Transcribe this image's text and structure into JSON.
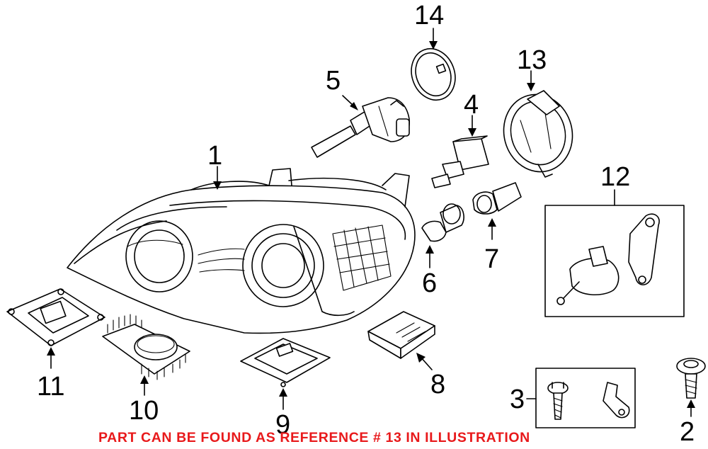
{
  "callouts": {
    "c1": "1",
    "c2": "2",
    "c3": "3",
    "c4": "4",
    "c5": "5",
    "c6": "6",
    "c7": "7",
    "c8": "8",
    "c9": "9",
    "c10": "10",
    "c11": "11",
    "c12": "12",
    "c13": "13",
    "c14": "14"
  },
  "note": "PART CAN BE FOUND AS REFERENCE # 13 IN ILLUSTRATION",
  "colors": {
    "note": "#e8191b",
    "lines": "#000000",
    "background": "#ffffff"
  }
}
